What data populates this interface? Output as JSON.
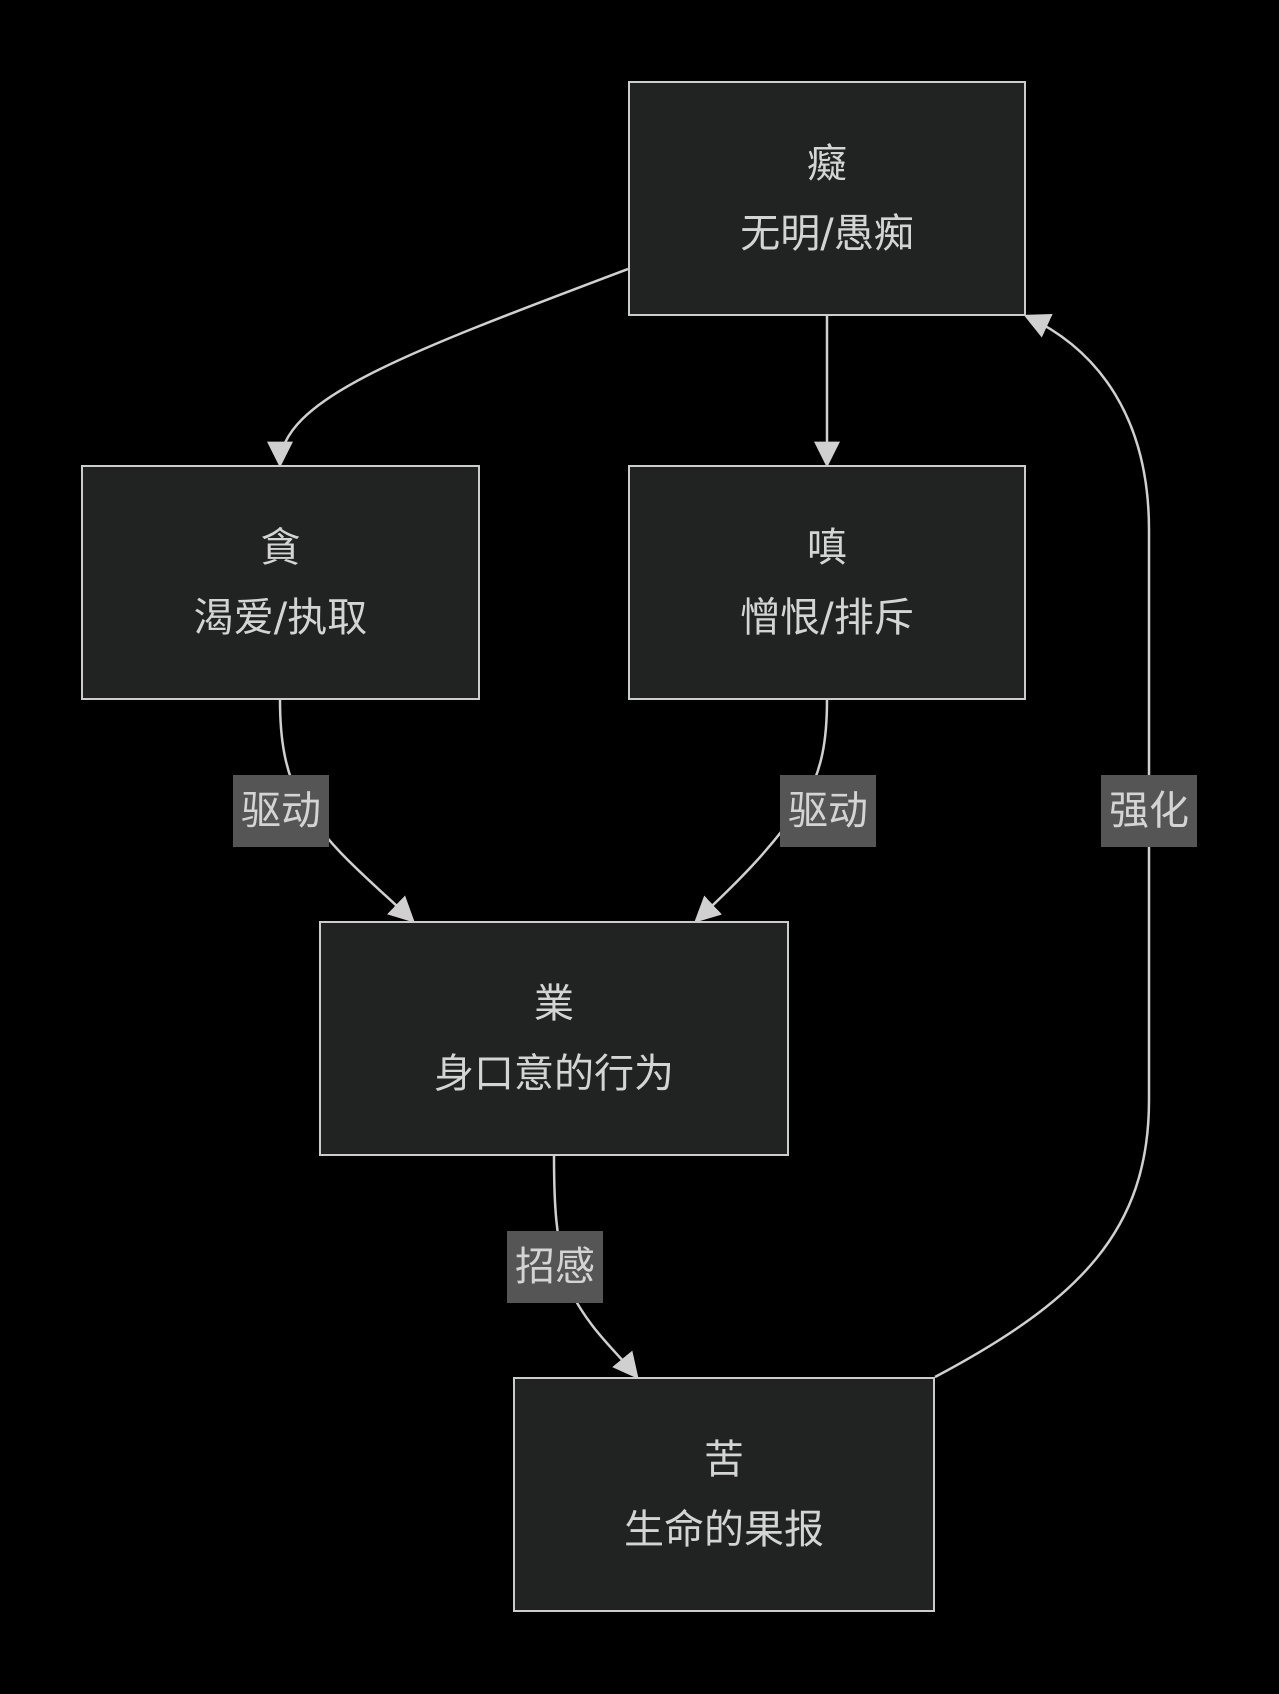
{
  "diagram": {
    "type": "flowchart",
    "nodes": [
      {
        "id": "chi",
        "title": "癡",
        "subtitle": "无明/愚痴"
      },
      {
        "id": "tan",
        "title": "貪",
        "subtitle": "渴爱/执取"
      },
      {
        "id": "chen",
        "title": "嗔",
        "subtitle": "憎恨/排斥"
      },
      {
        "id": "ye",
        "title": "業",
        "subtitle": "身口意的行为"
      },
      {
        "id": "ku",
        "title": "苦",
        "subtitle": "生命的果报"
      }
    ],
    "edges": [
      {
        "from": "chi",
        "to": "tan",
        "label": ""
      },
      {
        "from": "chi",
        "to": "chen",
        "label": ""
      },
      {
        "from": "tan",
        "to": "ye",
        "label": "驱动"
      },
      {
        "from": "chen",
        "to": "ye",
        "label": "驱动"
      },
      {
        "from": "ye",
        "to": "ku",
        "label": "招感"
      },
      {
        "from": "ku",
        "to": "chi",
        "label": "强化"
      }
    ],
    "colors": {
      "background": "#000000",
      "node_fill": "#212222",
      "node_stroke": "#cccccc",
      "text": "#d4d4d4",
      "edge": "#d0d0d0",
      "label_bg": "#555555"
    }
  }
}
